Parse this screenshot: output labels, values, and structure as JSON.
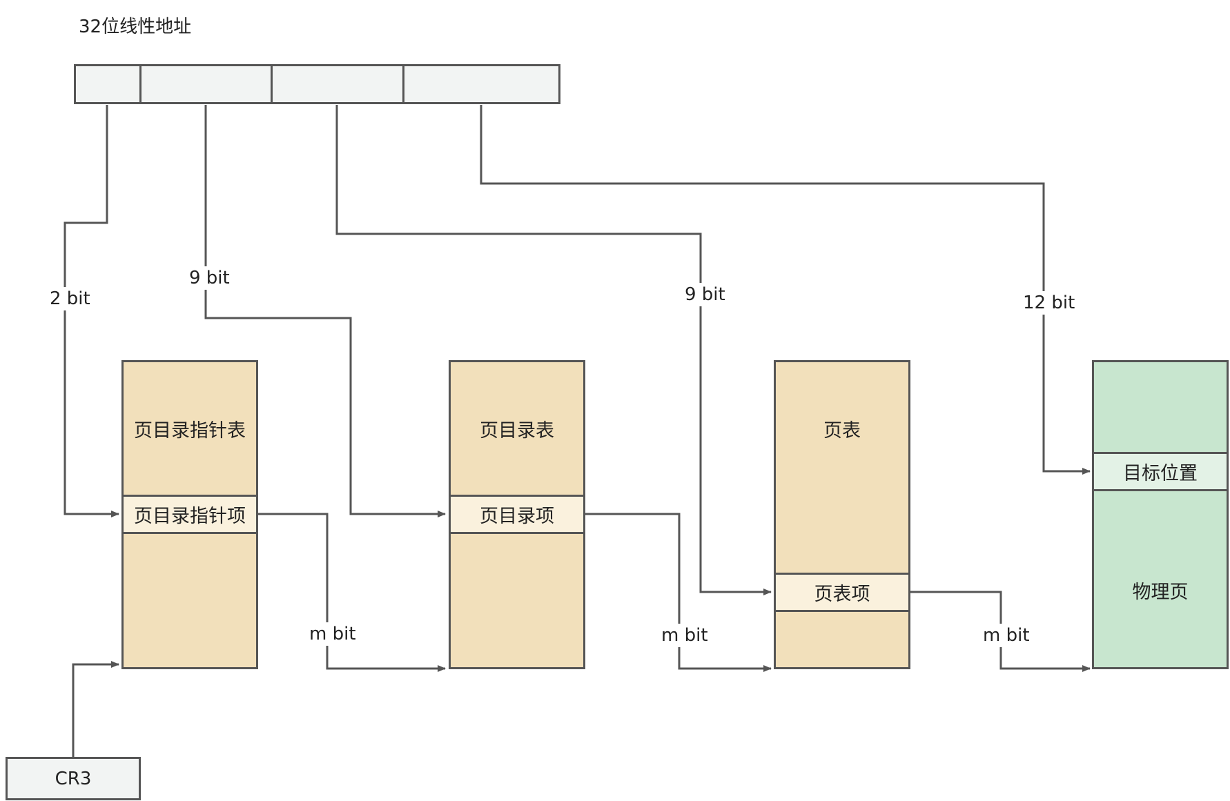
{
  "title": "32位线性地址",
  "address_segments": [
    "",
    "",
    "",
    ""
  ],
  "bit_labels": {
    "pdpt_bits": "2 bit",
    "pd_bits": "9 bit",
    "pt_bits": "9 bit",
    "offset_bits": "12 bit"
  },
  "m_bit_labels": [
    "m bit",
    "m bit",
    "m bit"
  ],
  "tables": {
    "pdpt": {
      "title": "页目录指针表",
      "entry": "页目录指针项"
    },
    "pd": {
      "title": "页目录表",
      "entry": "页目录项"
    },
    "pt": {
      "title": "页表",
      "entry": "页表项"
    },
    "page": {
      "title": "物理页",
      "entry": "目标位置"
    }
  },
  "cr3": "CR3",
  "colors": {
    "table_fill": "#f2e0bb",
    "entry_fill": "#faf1dd",
    "page_fill": "#c8e6cf",
    "page_entry_fill": "#e3f2e6",
    "line": "#555555"
  }
}
